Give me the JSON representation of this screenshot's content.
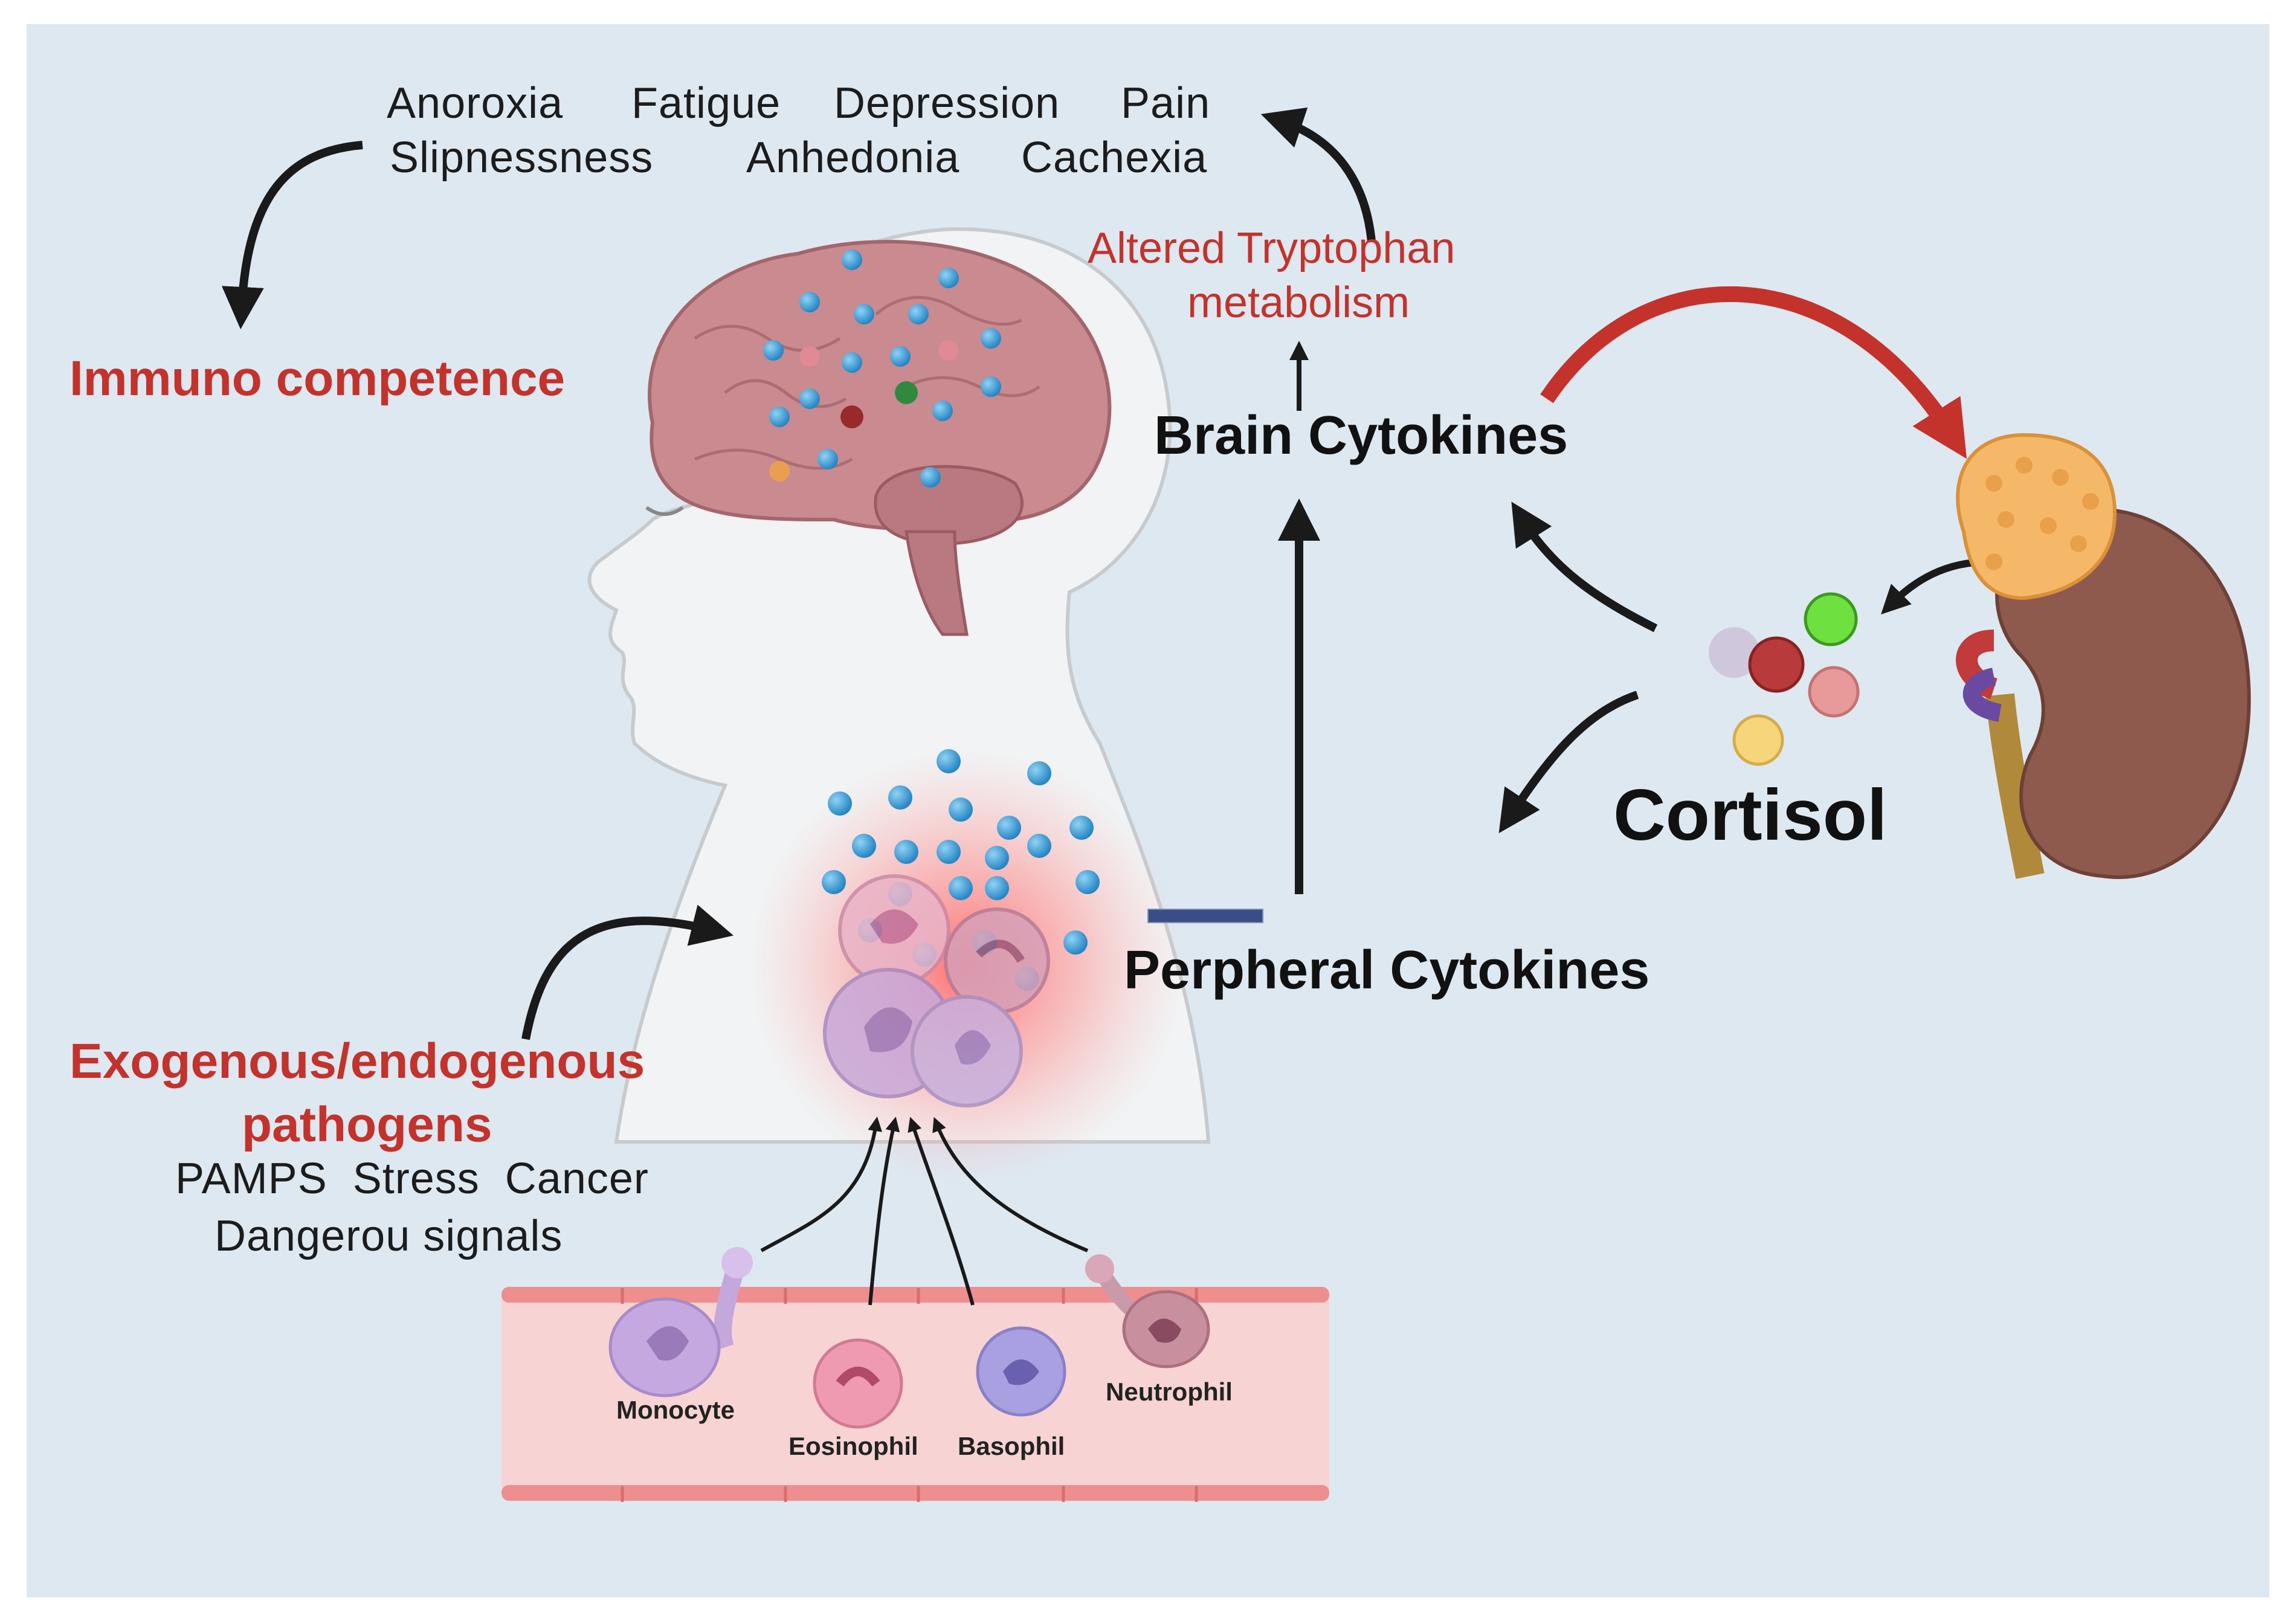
{
  "symptoms": {
    "row1": [
      "Anoroxia",
      "Fatigue",
      "Depression",
      "Pain"
    ],
    "row2": [
      "Slipnessness",
      "Anhedonia",
      "Cachexia"
    ]
  },
  "immuno_competence": "Immuno competence",
  "tryptophan": {
    "line1": "Altered Tryptophan",
    "line2": "metabolism"
  },
  "brain_cytokines": "Brain Cytokines",
  "cortisol": "Cortisol",
  "peripheral_cytokines": "Perpheral Cytokines",
  "pathogens": {
    "title_line1": "Exogenous/endogenous",
    "title_line2": "pathogens",
    "line1": "PAMPS  Stress  Cancer",
    "line2": "Dangerou signals"
  },
  "blood_cells": {
    "monocyte": "Monocyte",
    "eosinophil": "Eosinophil",
    "basophil": "Basophil",
    "neutrophil": "Neutrophil"
  },
  "colors": {
    "background": "#dee8f1",
    "accent_red": "#c4322c",
    "cytokine_blue": "#3a9fd6",
    "brain_pink": "#c98a90",
    "kidney_brown": "#8e5a4e"
  }
}
